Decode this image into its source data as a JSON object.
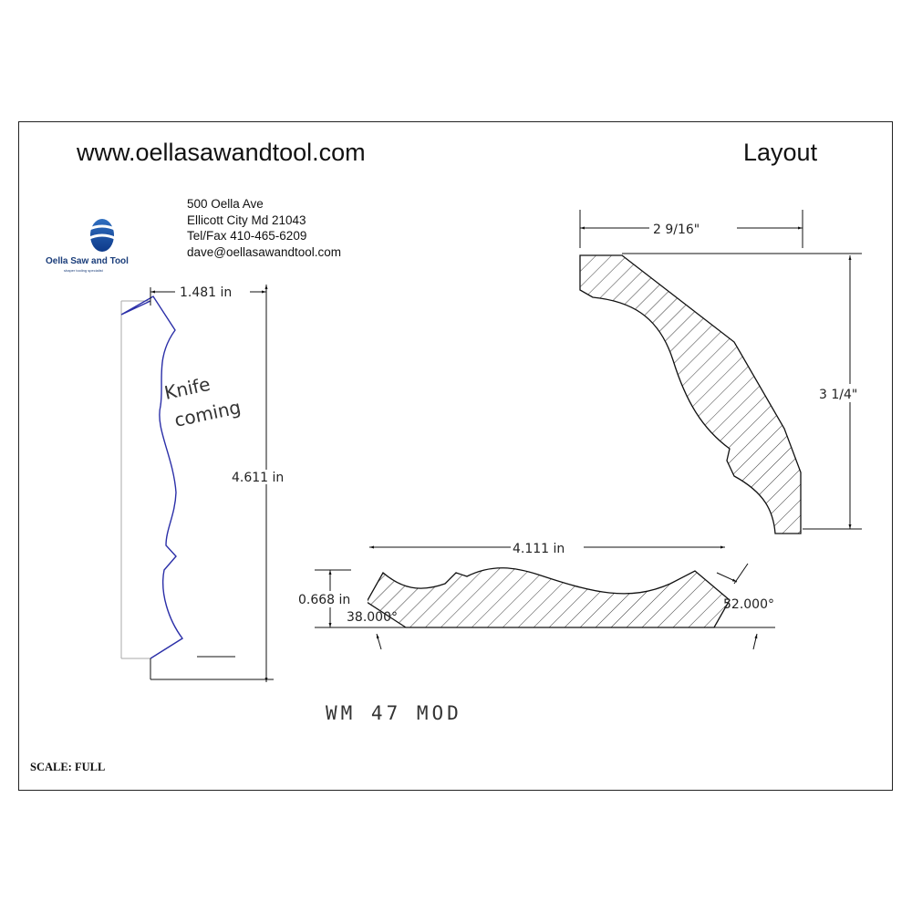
{
  "header": {
    "url": "www.oellasawandtool.com",
    "title": "Layout"
  },
  "logo": {
    "name": "Oella Saw and Tool",
    "tagline": "shaper tooling specialist"
  },
  "address": {
    "street": "500 Oella Ave",
    "city": "Ellicott City Md 21043",
    "phone": "Tel/Fax 410-465-6209",
    "email": "dave@oellasawandtool.com"
  },
  "profile_left": {
    "width": "1.481 in",
    "height": "4.611 in",
    "note_line1": "Knife",
    "note_line2": "coming"
  },
  "profile_right": {
    "width": "2 9/16\"",
    "height": "3 1/4\""
  },
  "profile_bottom": {
    "width": "4.111 in",
    "thickness": "0.668 in",
    "angle_left": "38.000°",
    "angle_right": "52.000°"
  },
  "part_name": "WM 47 MOD",
  "scale": "SCALE: FULL",
  "colors": {
    "profile_line": "#2b2fa8",
    "logo": "#1a3d7a"
  }
}
